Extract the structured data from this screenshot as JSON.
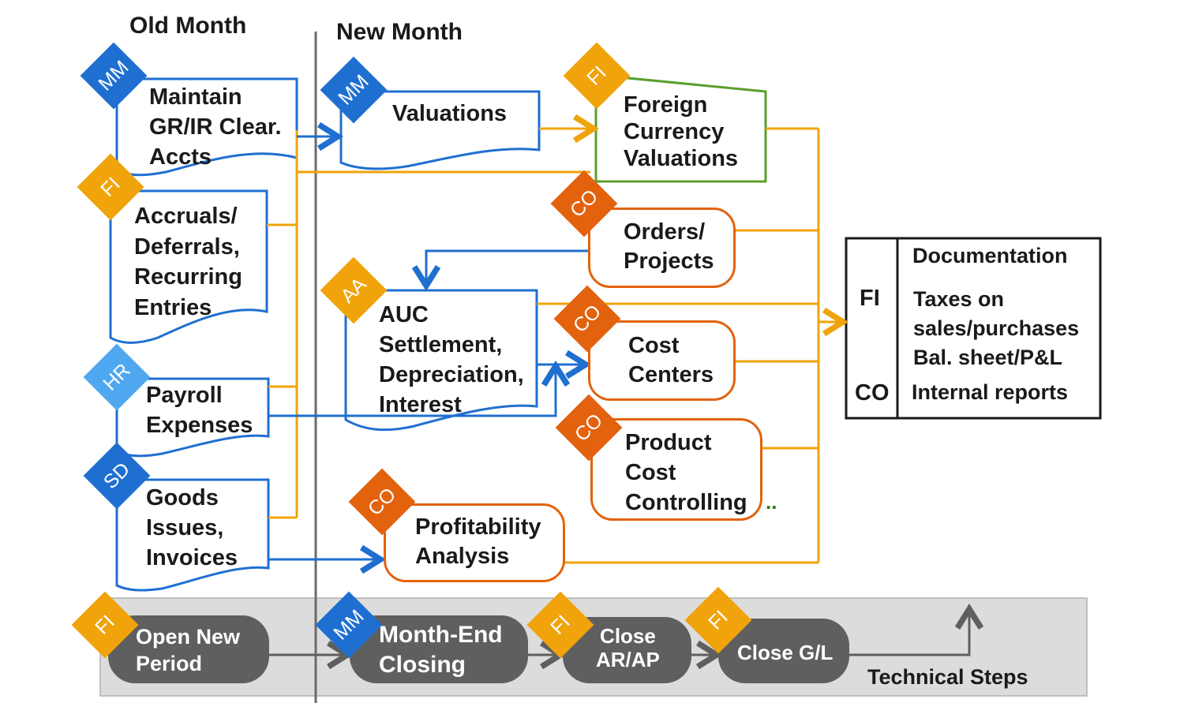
{
  "headers": {
    "old_month": "Old Month",
    "new_month": "New Month"
  },
  "old_month": {
    "gr_ir": {
      "tag": "MM",
      "lines": [
        "Maintain",
        "GR/IR Clear.",
        "Accts"
      ]
    },
    "accruals": {
      "tag": "FI",
      "lines": [
        "Accruals/",
        "Deferrals,",
        "Recurring",
        "Entries"
      ]
    },
    "payroll": {
      "tag": "HR",
      "lines": [
        "Payroll",
        "Expenses"
      ]
    },
    "goods": {
      "tag": "SD",
      "lines": [
        "Goods",
        "Issues,",
        "Invoices"
      ]
    }
  },
  "new_month": {
    "valuations": {
      "tag": "MM",
      "label": "Valuations"
    },
    "foreign_currency": {
      "tag": "FI",
      "lines": [
        "Foreign",
        "Currency",
        "Valuations"
      ]
    },
    "orders": {
      "tag": "CO",
      "lines": [
        "Orders/",
        "Projects"
      ]
    },
    "auc": {
      "tag": "AA",
      "lines": [
        "AUC",
        "Settlement,",
        "Depreciation,",
        "Interest"
      ]
    },
    "cost_centers": {
      "tag": "CO",
      "lines": [
        "Cost",
        "Centers"
      ]
    },
    "product_cost": {
      "tag": "CO",
      "lines": [
        "Product",
        "Cost",
        "Controlling"
      ]
    },
    "profitability": {
      "tag": "CO",
      "lines": [
        "Profitability",
        "Analysis"
      ]
    },
    "ellipsis": ".."
  },
  "documentation": {
    "title": "Documentation",
    "fi_label": "FI",
    "fi_items": [
      "Taxes on",
      "sales/purchases",
      "Bal. sheet/P&L"
    ],
    "co_label": "CO",
    "co_items": [
      "Internal reports"
    ]
  },
  "technical_steps": {
    "label": "Technical Steps",
    "steps": [
      {
        "tag": "FI",
        "lines": [
          "Open New",
          "Period"
        ]
      },
      {
        "tag": "MM",
        "lines": [
          "Month-End",
          "Closing"
        ]
      },
      {
        "tag": "FI",
        "lines": [
          "Close",
          "AR/AP"
        ]
      },
      {
        "tag": "FI",
        "label": "Close G/L"
      }
    ]
  },
  "colors": {
    "mm": "#1f6fd1",
    "fi": "#f0a30a",
    "co": "#e3620e",
    "hr": "#4fa8ef",
    "fi_border_green": "#5aa02c",
    "connector_blue": "#1f6fd1",
    "connector_orange": "#f0a30a",
    "step_gray": "#5f5f5f",
    "band_gray": "#dcdcdc"
  }
}
